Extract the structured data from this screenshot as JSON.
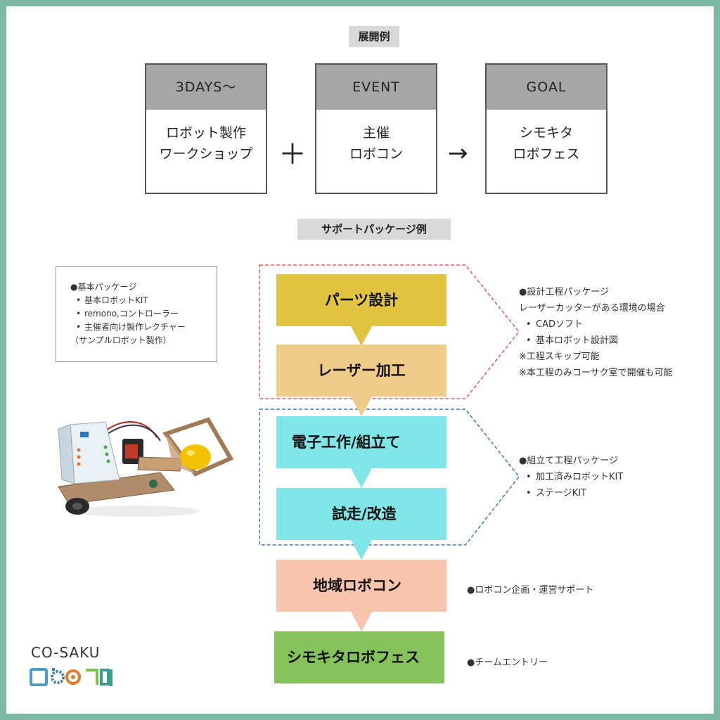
{
  "titles": {
    "expansion": "展開例",
    "support": "サポートパッケージ例"
  },
  "flow": [
    {
      "head": "3DAYS〜",
      "body": "ロボット製作\nワークショップ"
    },
    {
      "head": "EVENT",
      "body": "主催\nロボコン"
    },
    {
      "head": "GOAL",
      "body": "シモキタ\nロボフェス"
    }
  ],
  "operators": {
    "plus": "＋",
    "arrow": "→"
  },
  "basic_package": {
    "title": "●基本パッケージ",
    "items": [
      "基本ロボットKIT",
      "remono,コントローラー",
      "主催者向け製作レクチャー"
    ],
    "note": "（サンプルロボット製作）"
  },
  "steps": [
    {
      "label": "パーツ設計",
      "color": "#e2c440"
    },
    {
      "label": "レーザー加工",
      "color": "#efcb88"
    },
    {
      "label": "電子工作/組立て",
      "color": "#7fe5e7"
    },
    {
      "label": "試走/改造",
      "color": "#7fe5e7"
    },
    {
      "label": "地域ロボコン",
      "color": "#f9c4ae"
    },
    {
      "label": "シモキタロボフェス",
      "color": "#86c25a"
    }
  ],
  "design_package": {
    "title": "●設計工程パッケージ",
    "subtitle": "レーザーカッターがある環境の場合",
    "items": [
      "CADソフト",
      "基本ロボット設計図"
    ],
    "notes": [
      "※工程スキップ可能",
      "※本工程のみコーサク室で開催も可能"
    ]
  },
  "assembly_package": {
    "title": "●組立て工程パッケージ",
    "items": [
      "加工済みロボットKIT",
      "ステージKIT"
    ]
  },
  "robocon_support": "●ロボコン企画・運営サポート",
  "team_entry": "●チームエントリー",
  "logo": {
    "brand": "CO-SAKU"
  },
  "colors": {
    "frame": "#7db8a4",
    "red_dash": "#e05a5a",
    "blue_dash": "#3d76c0"
  }
}
